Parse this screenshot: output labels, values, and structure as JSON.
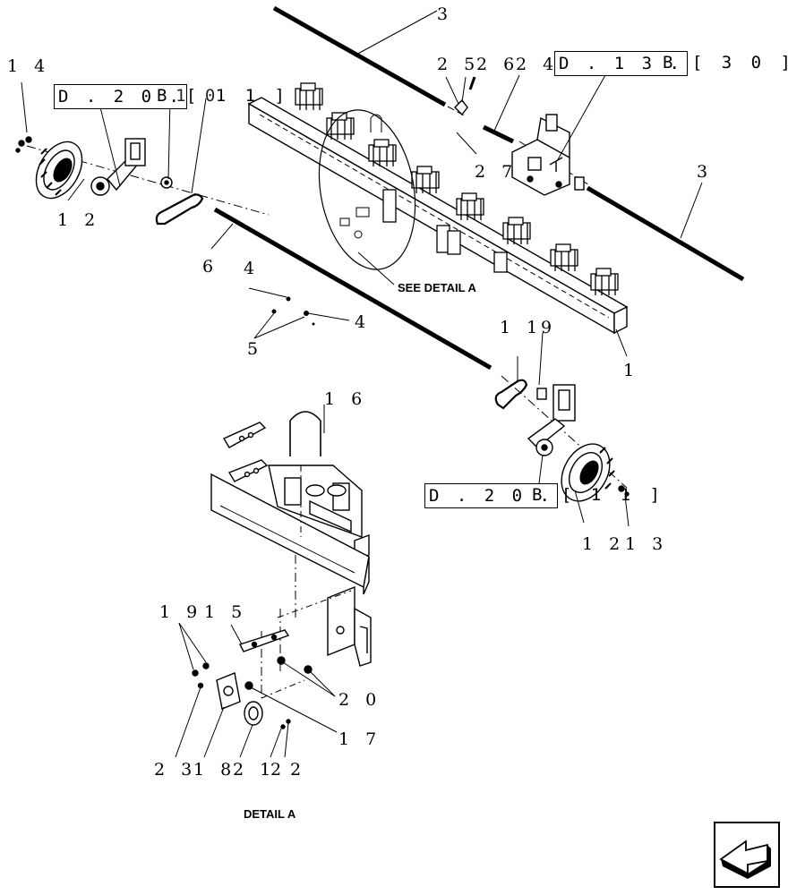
{
  "callouts": {
    "c14": "1 4",
    "c12": "1 2",
    "c3_top": "3",
    "c3_right": "3",
    "c25": "2 5",
    "c26": "2 6",
    "c24": "2 4",
    "c27": "2 7",
    "c6": "6",
    "c4_upper": "4",
    "c4_lower": "4",
    "c5": "5",
    "c1": "1",
    "c11_right": "1 1",
    "c9": "9",
    "c16": "1 6",
    "c12_right": "1 2",
    "c13": "1 3",
    "c19": "1 9",
    "c15": "1 5",
    "c20": "2 0",
    "c17": "1 7",
    "c23": "2 3",
    "c18": "1 8",
    "c21": "2 1",
    "c22_a": "2",
    "c22_b": "2"
  },
  "refs": {
    "ref_left": {
      "boxed": "D . 2 0 .",
      "tail": "B [ 1 1 ]",
      "overlap": "1 0"
    },
    "ref_top": {
      "boxed": "D . 1 3 .",
      "tail": "B [ 3 0 ]"
    },
    "ref_right": {
      "boxed": "D . 2 0 .",
      "tail": "B [ 1 1 ]"
    }
  },
  "captions": {
    "see_detail": "SEE DETAIL A",
    "detail_title": "DETAIL A"
  },
  "navigation": {
    "icon": "next-page-arrow-icon"
  },
  "colors": {
    "line": "#000000",
    "background": "#ffffff"
  }
}
